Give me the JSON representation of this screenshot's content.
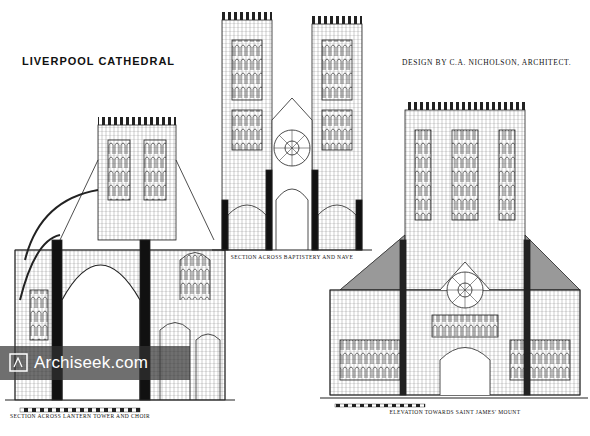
{
  "diagram": {
    "title": "LIVERPOOL CATHEDRAL",
    "labels": [
      "DESIGN BY C.A. NICHOLSON, ARCHITECT.",
      "SECTION ACROSS BAPTISTERY AND NAVE",
      "SECTION ACROSS LANTERN TOWER AND CHOIR",
      "ELEVATION TOWARDS SAINT JAMES' MOUNT",
      "Archiseek.com"
    ]
  }
}
